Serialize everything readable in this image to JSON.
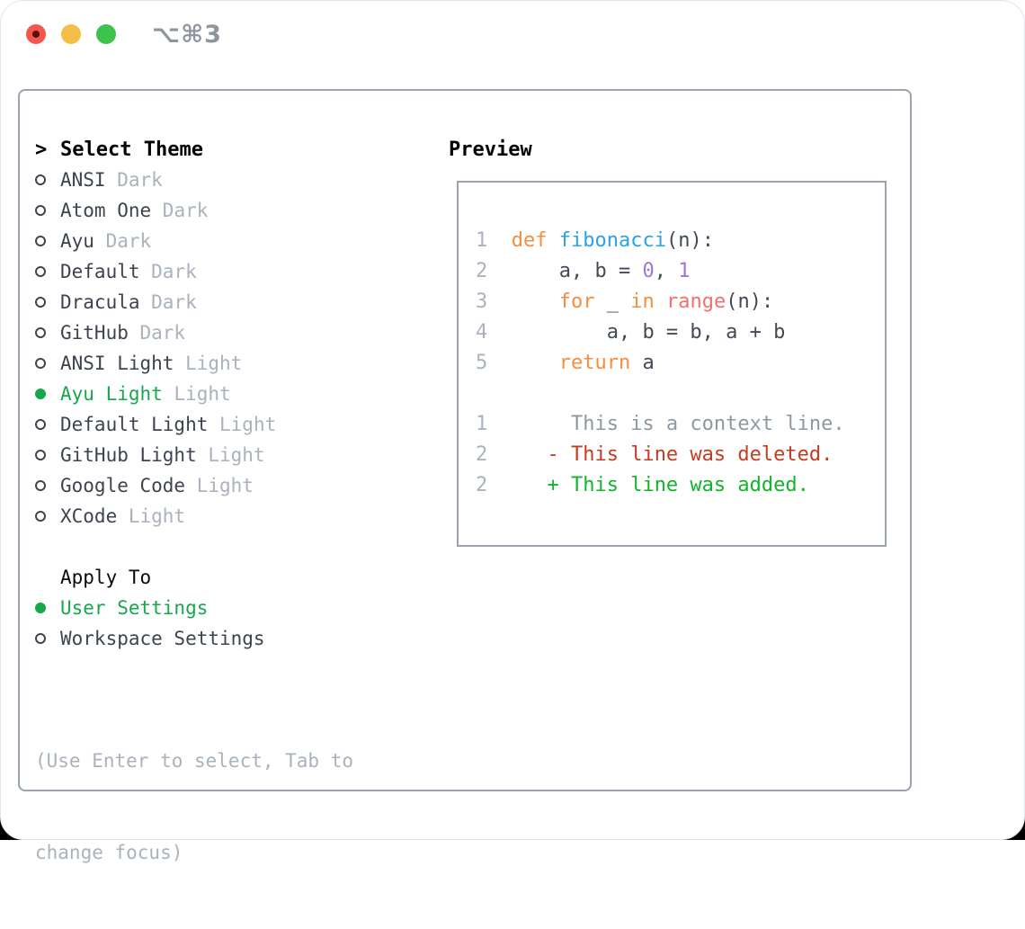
{
  "titlebar": {
    "shortcut": "⌥⌘3",
    "buttons": [
      "close",
      "minimize",
      "zoom"
    ]
  },
  "theme_picker": {
    "prompt": ">",
    "title": "Select Theme",
    "items": [
      {
        "name": "ANSI",
        "variant": "Dark",
        "selected": false
      },
      {
        "name": "Atom One",
        "variant": "Dark",
        "selected": false
      },
      {
        "name": "Ayu",
        "variant": "Dark",
        "selected": false
      },
      {
        "name": "Default",
        "variant": "Dark",
        "selected": false
      },
      {
        "name": "Dracula",
        "variant": "Dark",
        "selected": false
      },
      {
        "name": "GitHub",
        "variant": "Dark",
        "selected": false
      },
      {
        "name": "ANSI Light",
        "variant": "Light",
        "selected": false
      },
      {
        "name": "Ayu Light",
        "variant": "Light",
        "selected": true
      },
      {
        "name": "Default Light",
        "variant": "Light",
        "selected": false
      },
      {
        "name": "GitHub Light",
        "variant": "Light",
        "selected": false
      },
      {
        "name": "Google Code",
        "variant": "Light",
        "selected": false
      },
      {
        "name": "XCode",
        "variant": "Light",
        "selected": false
      }
    ],
    "apply_to": {
      "title": "Apply To",
      "options": [
        {
          "label": "User Settings",
          "selected": true
        },
        {
          "label": "Workspace Settings",
          "selected": false
        }
      ]
    },
    "hint": {
      "line1": "(Use Enter to select, Tab to",
      "line2": "change focus)"
    }
  },
  "preview": {
    "title": "Preview",
    "lines": [
      {
        "tokens": [
          [
            "lnum",
            "1  "
          ],
          [
            "kw",
            "def "
          ],
          [
            "fn",
            "fibonacci"
          ],
          [
            "plain",
            "(n):"
          ]
        ]
      },
      {
        "tokens": [
          [
            "lnum",
            "2  "
          ],
          [
            "plain",
            "    a, b = "
          ],
          [
            "num",
            "0"
          ],
          [
            "plain",
            ", "
          ],
          [
            "num",
            "1"
          ]
        ]
      },
      {
        "tokens": [
          [
            "lnum",
            "3  "
          ],
          [
            "plain",
            "    "
          ],
          [
            "kw",
            "for"
          ],
          [
            "plain",
            " _ "
          ],
          [
            "kw",
            "in"
          ],
          [
            "plain",
            " "
          ],
          [
            "call",
            "range"
          ],
          [
            "plain",
            "(n):"
          ]
        ]
      },
      {
        "tokens": [
          [
            "lnum",
            "4  "
          ],
          [
            "plain",
            "        a, b = b, a + b"
          ]
        ]
      },
      {
        "tokens": [
          [
            "lnum",
            "5  "
          ],
          [
            "plain",
            "    "
          ],
          [
            "kw",
            "return"
          ],
          [
            "plain",
            " a"
          ]
        ]
      },
      {
        "tokens": []
      },
      {
        "tokens": [
          [
            "lnum",
            "1  "
          ],
          [
            "ctx",
            "     This is a context line."
          ]
        ]
      },
      {
        "tokens": [
          [
            "lnum",
            "2  "
          ],
          [
            "del",
            "   - This line was deleted."
          ]
        ]
      },
      {
        "tokens": [
          [
            "lnum",
            "2  "
          ],
          [
            "add",
            "   + This line was added."
          ]
        ]
      }
    ]
  },
  "colors": {
    "selection_green": "#17a84c",
    "muted_gray": "#a9b2bd",
    "text_dark": "#3d4450",
    "panel_border": "#9aa3ae",
    "keyword_orange": "#f68d3f",
    "function_blue": "#2ba3e8",
    "number_purple": "#a276cf",
    "call_coral": "#f07171",
    "diff_deleted_red": "#c53b21",
    "diff_added_green": "#12b42a",
    "traffic_red": "#f3564e",
    "traffic_yellow": "#f5be49",
    "traffic_green": "#3dc24e"
  }
}
